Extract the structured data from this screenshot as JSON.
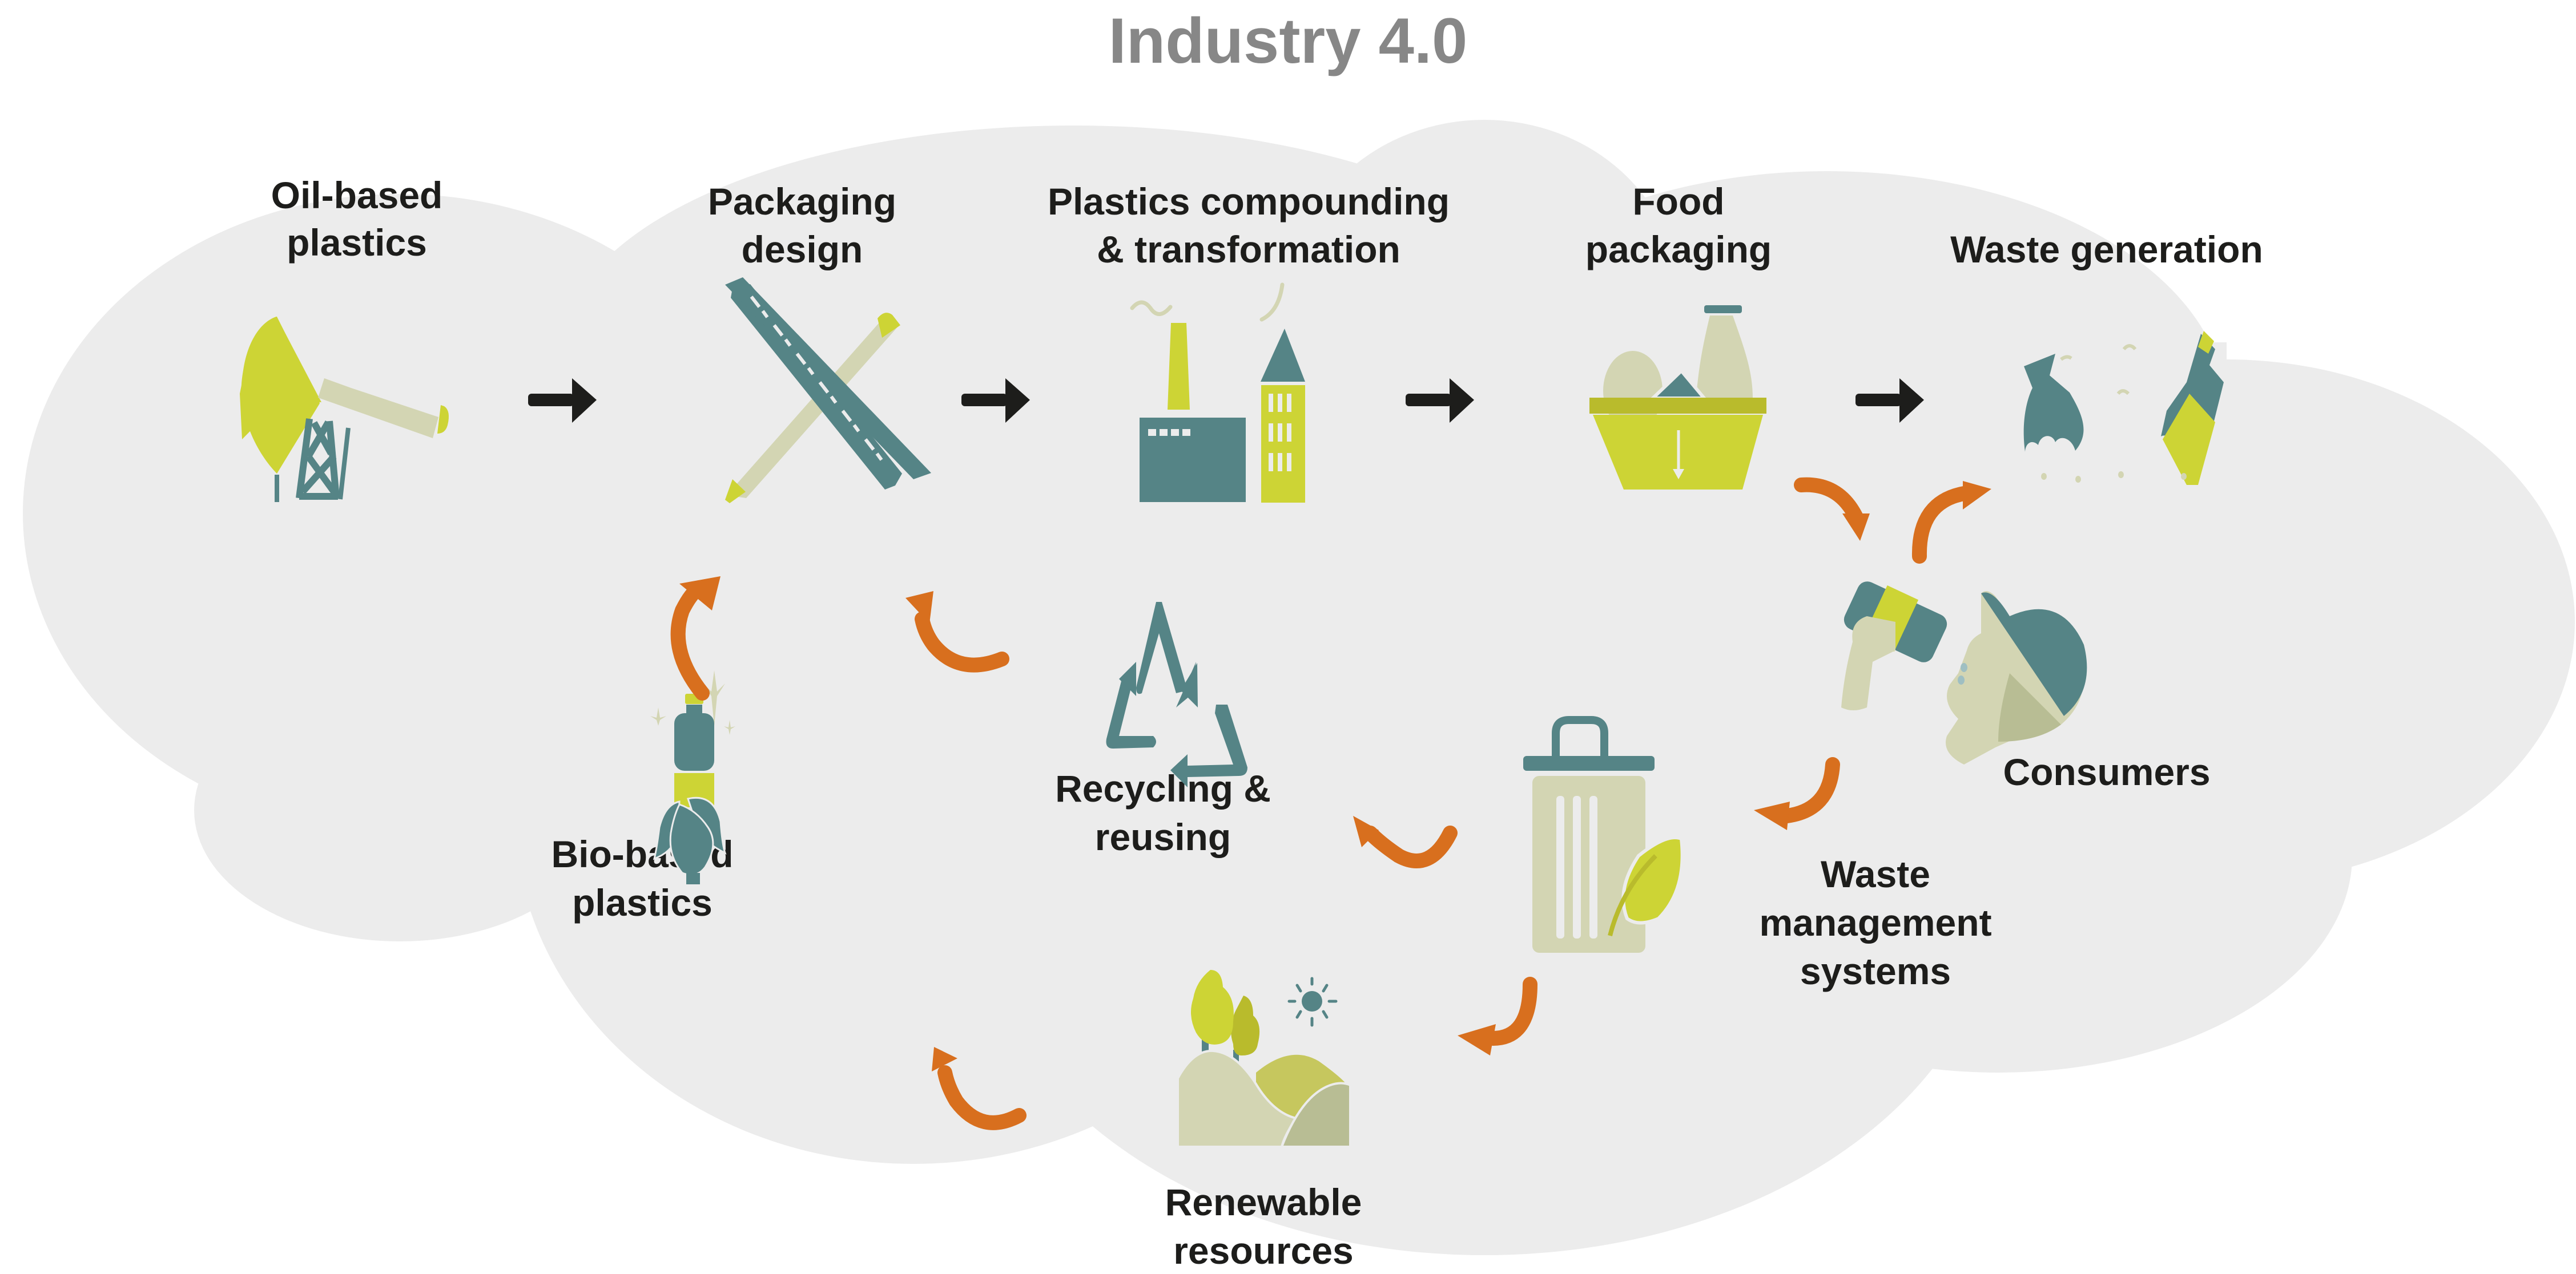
{
  "title": "Industry 4.0",
  "colors": {
    "background_cloud": "#ececec",
    "teal": "#558486",
    "lime": "#cdd435",
    "olive": "#b9bb2c",
    "sage": "#d3d5b3",
    "sage_dark": "#b8bd94",
    "orange_arrow": "#d86f1e",
    "black_arrow": "#1d1d1b",
    "label_text": "#1d1d1b",
    "title_text": "#878787"
  },
  "linear_chain": {
    "stages": [
      {
        "id": "oil-based-plastics",
        "lines": [
          "Oil-based",
          "plastics"
        ],
        "icon": "oil-pump-jack-icon"
      },
      {
        "id": "packaging-design",
        "lines": [
          "Packaging",
          "design"
        ],
        "icon": "ruler-pencil-icon"
      },
      {
        "id": "plastics-compounding",
        "lines": [
          "Plastics compounding",
          "& transformation"
        ],
        "icon": "factory-icon"
      },
      {
        "id": "food-packaging",
        "lines": [
          "Food",
          "packaging"
        ],
        "icon": "food-basket-icon"
      },
      {
        "id": "waste-generation",
        "lines": [
          "Waste generation"
        ],
        "icon": "garbage-bag-bottle-icon"
      }
    ],
    "connector": "black-right-arrow"
  },
  "circular_loop": {
    "stages": [
      {
        "id": "consumers",
        "lines": [
          "Consumers"
        ],
        "icon": "person-drinking-bottle-icon"
      },
      {
        "id": "waste-management-systems",
        "lines": [
          "Waste",
          "management",
          "systems"
        ],
        "icon": "trash-bin-leaf-icon"
      },
      {
        "id": "recycling-reusing",
        "lines": [
          "Recycling &",
          "reusing"
        ],
        "icon": "recycle-triangle-icon"
      },
      {
        "id": "renewable-resources",
        "lines": [
          "Renewable",
          "resources"
        ],
        "icon": "trees-hills-sun-icon"
      },
      {
        "id": "bio-based-plastics",
        "lines": [
          "Bio-based",
          "plastics"
        ],
        "icon": "corn-bottle-icon"
      }
    ],
    "connector": "orange-curved-arrow"
  },
  "flows": [
    {
      "from": "oil-based-plastics",
      "to": "packaging-design",
      "style": "black"
    },
    {
      "from": "packaging-design",
      "to": "plastics-compounding",
      "style": "black"
    },
    {
      "from": "plastics-compounding",
      "to": "food-packaging",
      "style": "black"
    },
    {
      "from": "food-packaging",
      "to": "waste-generation",
      "style": "black"
    },
    {
      "from": "food-packaging",
      "to": "consumers",
      "style": "orange"
    },
    {
      "from": "consumers",
      "to": "waste-generation",
      "style": "orange"
    },
    {
      "from": "consumers",
      "to": "waste-management-systems",
      "style": "orange"
    },
    {
      "from": "waste-management-systems",
      "to": "recycling-reusing",
      "style": "orange"
    },
    {
      "from": "waste-management-systems",
      "to": "renewable-resources",
      "style": "orange"
    },
    {
      "from": "recycling-reusing",
      "to": "packaging-design",
      "style": "orange"
    },
    {
      "from": "renewable-resources",
      "to": "bio-based-plastics",
      "style": "orange"
    },
    {
      "from": "bio-based-plastics",
      "to": "packaging-design",
      "style": "orange"
    }
  ]
}
